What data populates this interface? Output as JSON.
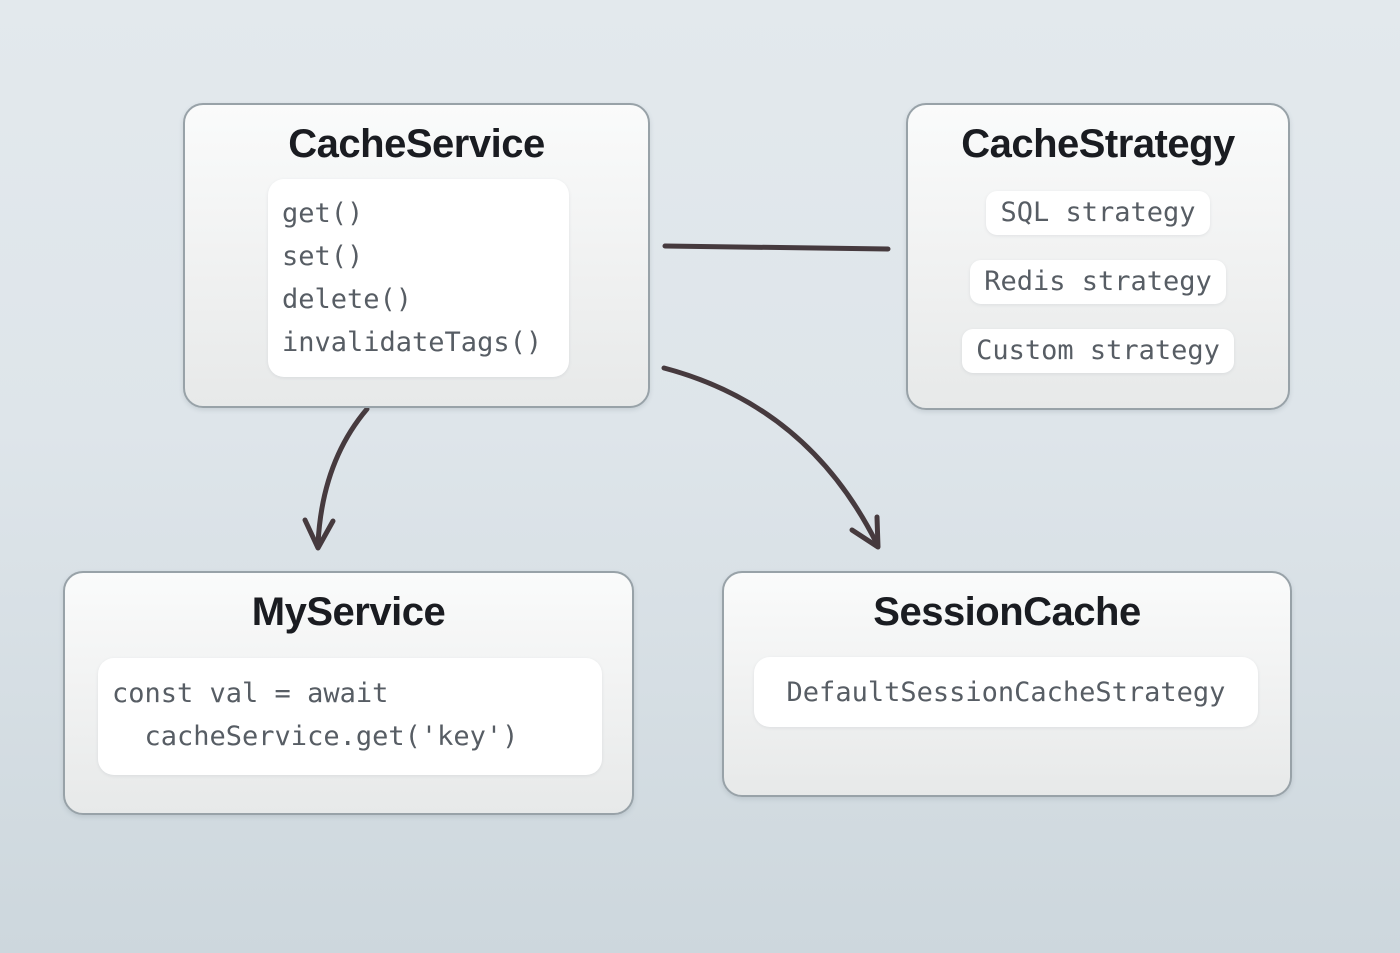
{
  "diagram": {
    "nodes": {
      "cache_service": {
        "title": "CacheService",
        "methods": [
          "get()",
          "set()",
          "delete()",
          "invalidateTags()"
        ]
      },
      "cache_strategy": {
        "title": "CacheStrategy",
        "strategies": [
          "SQL strategy",
          "Redis strategy",
          "Custom strategy"
        ]
      },
      "my_service": {
        "title": "MyService",
        "code_lines": [
          "const val = await",
          "  cacheService.get('key')"
        ]
      },
      "session_cache": {
        "title": "SessionCache",
        "strategy": "DefaultSessionCacheStrategy"
      }
    },
    "edges": [
      {
        "from": "CacheService",
        "to": "CacheStrategy",
        "type": "association-line"
      },
      {
        "from": "CacheService",
        "to": "MyService",
        "type": "curved-arrow"
      },
      {
        "from": "CacheService",
        "to": "SessionCache",
        "type": "curved-arrow"
      }
    ]
  },
  "colors": {
    "background_top": "#e3e9ed",
    "background_bottom": "#cdd7dd",
    "node_border": "#98a2a8",
    "node_background_top": "#fafbfb",
    "node_background_bottom": "#e7e9e9",
    "title_text": "#1a1c21",
    "code_text": "#575d64",
    "code_background": "#ffffff",
    "arrow": "#463a3e"
  }
}
